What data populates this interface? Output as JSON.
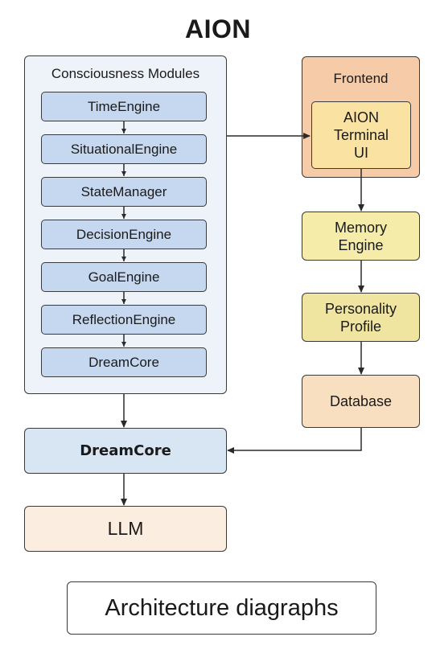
{
  "title": "AION",
  "modules": {
    "label": "Consciousness Modules",
    "engines": [
      "TimeEngine",
      "SituationalEngine",
      "StateManager",
      "DecisionEngine",
      "GoalEngine",
      "ReflectionEngine",
      "DreamCore"
    ]
  },
  "frontend": {
    "label": "Frontend",
    "terminal": [
      "AION",
      "Terminal",
      "UI"
    ]
  },
  "memory": [
    "Memory",
    "Engine"
  ],
  "personality": [
    "Personality",
    "Profile"
  ],
  "database": "Database",
  "dreamcore": "DreamCore",
  "llm": "LLM",
  "caption": "Architecture diagraphs",
  "colors": {
    "modules_bg": "#eef3fa",
    "engine_bg": "#c6d8ef",
    "frontend_bg": "#f6cba7",
    "terminal_bg": "#f9e2a2",
    "memory_bg": "#f5eca9",
    "personality_bg": "#efe4a0",
    "database_bg": "#f8dfbf",
    "dreamcore_bg": "#d8e6f4",
    "llm_bg": "#fbeee0",
    "stroke": "#3a3a3a"
  }
}
